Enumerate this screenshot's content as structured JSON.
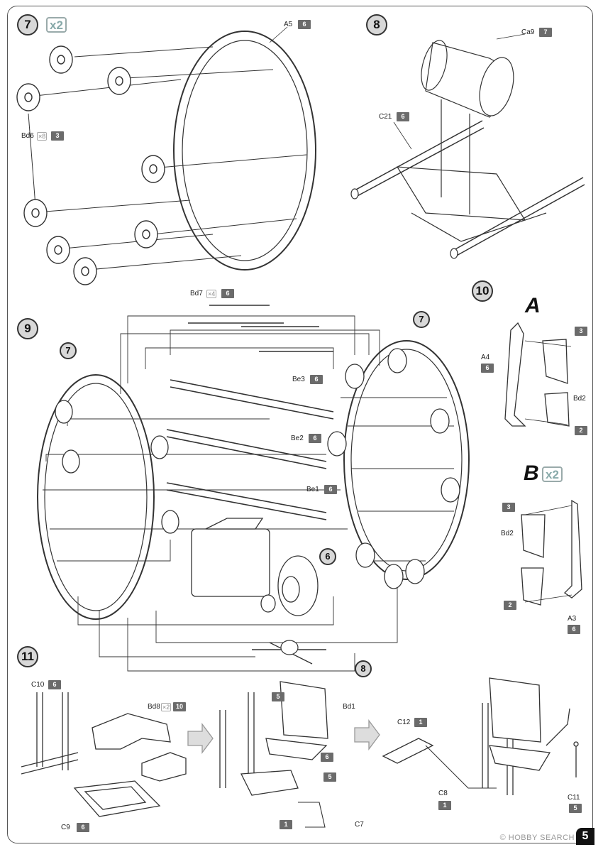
{
  "steps": {
    "s7": {
      "number": "7",
      "multiplier": "x2"
    },
    "s8": {
      "number": "8"
    },
    "s9": {
      "number": "9",
      "ref_a": "7",
      "ref_b": "7",
      "ref_c": "6",
      "ref_d": "8"
    },
    "s10": {
      "number": "10",
      "variant_a": "A",
      "variant_b": "B",
      "variant_b_mult": "x2"
    },
    "s11": {
      "number": "11"
    }
  },
  "parts": {
    "a5": {
      "name": "A5",
      "sprue": "6"
    },
    "bd6": {
      "name": "Bd6",
      "mult": "×8",
      "sprue": "3"
    },
    "ca9": {
      "name": "Ca9",
      "sprue": "7"
    },
    "c21": {
      "name": "C21",
      "sprue": "6"
    },
    "bd7": {
      "name": "Bd7",
      "mult": "×4",
      "sprue": "6"
    },
    "be3": {
      "name": "Be3",
      "sprue": "6"
    },
    "be2": {
      "name": "Be2",
      "sprue": "6"
    },
    "be1": {
      "name": "Be1",
      "sprue": "6"
    },
    "a4": {
      "name": "A4",
      "sprue": "6"
    },
    "a3": {
      "name": "A3",
      "sprue": "6"
    },
    "p10a_3": {
      "sprue": "3"
    },
    "p10a_2": {
      "sprue": "2"
    },
    "bd2a": {
      "name": "Bd2"
    },
    "p10b_3": {
      "sprue": "3"
    },
    "p10b_2": {
      "sprue": "2"
    },
    "bd2b": {
      "name": "Bd2"
    },
    "c10": {
      "name": "C10",
      "sprue": "6"
    },
    "bd8": {
      "name": "Bd8",
      "mult": "×2",
      "sprue": "10"
    },
    "c9": {
      "name": "C9",
      "sprue": "6"
    },
    "p11_5a": {
      "sprue": "5"
    },
    "bd1": {
      "name": "Bd1"
    },
    "p11_6": {
      "sprue": "6"
    },
    "p11_5b": {
      "sprue": "5"
    },
    "c7": {
      "name": "C7",
      "sprue": "1"
    },
    "c12": {
      "name": "C12",
      "sprue": "1"
    },
    "c8": {
      "name": "C8",
      "sprue": "1"
    },
    "c11": {
      "name": "C11",
      "sprue": "5"
    }
  },
  "footer": {
    "watermark": "© HOBBY SEARCH",
    "page": "5"
  }
}
